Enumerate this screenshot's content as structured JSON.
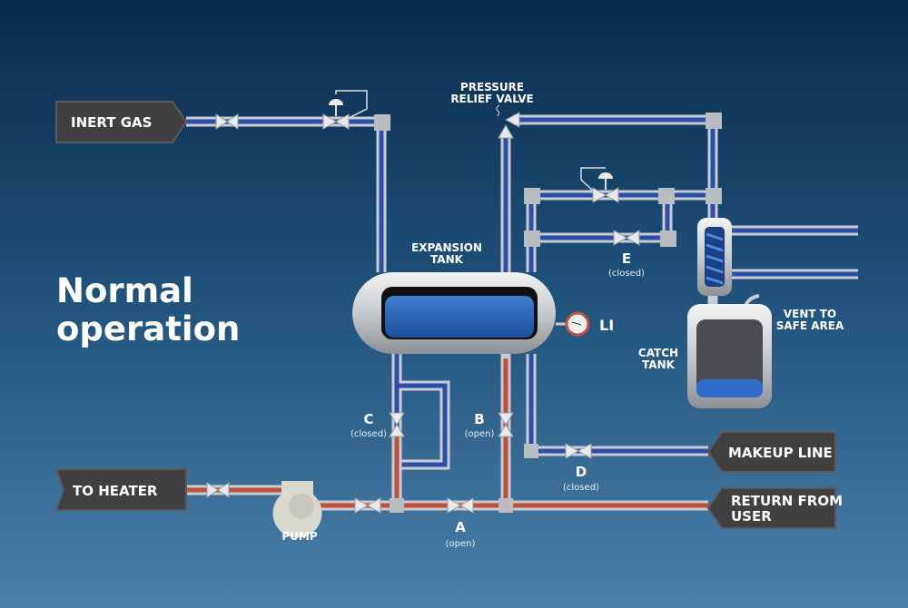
{
  "heading": {
    "line1": "Normal",
    "line2": "operation"
  },
  "signs": {
    "inert_gas": "INERT GAS",
    "to_heater": "TO HEATER",
    "makeup_line": "MAKEUP LINE",
    "return_from_user_1": "RETURN FROM",
    "return_from_user_2": "USER"
  },
  "labels": {
    "pressure_relief_1": "PRESSURE",
    "pressure_relief_2": "RELIEF VALVE",
    "expansion_tank_1": "EXPANSION",
    "expansion_tank_2": "TANK",
    "level_indicator": "LI",
    "vent_1": "VENT TO",
    "vent_2": "SAFE AREA",
    "catch_tank_1": "CATCH",
    "catch_tank_2": "TANK",
    "pump": "PUMP"
  },
  "valves": [
    {
      "id": "A",
      "state": "(open)"
    },
    {
      "id": "B",
      "state": "(open)"
    },
    {
      "id": "C",
      "state": "(closed)"
    },
    {
      "id": "D",
      "state": "(closed)"
    },
    {
      "id": "E",
      "state": "(closed)"
    }
  ],
  "colors": {
    "hot_fluid": "#c0503a",
    "cold_fluid": "#2b4fa8",
    "pipe": "#c9ccd0",
    "sign": "#404042"
  }
}
